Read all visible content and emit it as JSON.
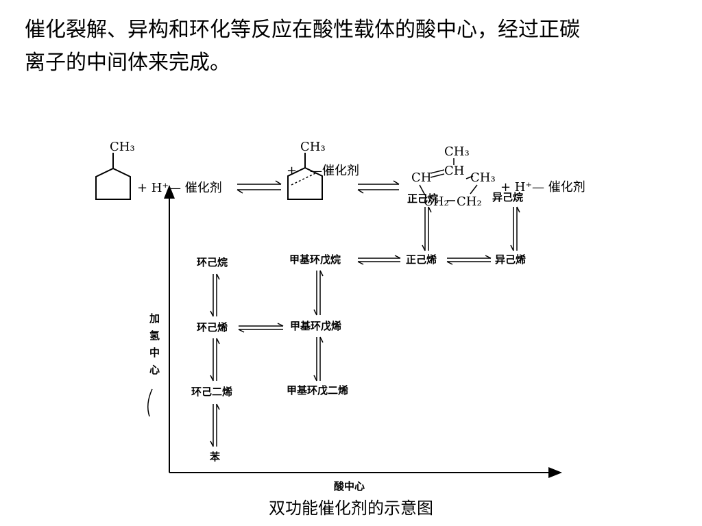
{
  "intro": {
    "line1": "催化裂解、异构和环化等反应在酸性载体的酸中心，经过正碳",
    "line2": "离子的中间体来完成。"
  },
  "reaction": {
    "ch3_a": "CH₃",
    "plus_h": "+ H⁺— 催化剂",
    "ch3_b": "CH₃",
    "plus_sign": "+",
    "catalyst_b": "—催化剂",
    "ch3_c": "CH₃",
    "ch_left": "CH",
    "ch_right": "CH",
    "ch3_d": "CH₃",
    "ch2_a": "CH₂",
    "ch2_b": "CH₂",
    "plus_h_end": "+ H⁺— 催化剂"
  },
  "diagram": {
    "y_axis_label": [
      "加",
      "氢",
      "中",
      "心"
    ],
    "x_axis_label": "酸中心",
    "nodes": {
      "n_hexane": "正己烷",
      "iso_hexane": "异己烷",
      "methyl_cyclopentane": "甲基环戊烷",
      "n_hexene": "正己烯",
      "iso_hexene": "异己烯",
      "cyclohexane": "环己烷",
      "cyclohexene": "环己烯",
      "methyl_cyclopentene": "甲基环戊烯",
      "cyclohexadiene": "环己二烯",
      "methyl_cyclopentadiene": "甲基环戊二烯",
      "benzene": "苯"
    }
  },
  "caption": "双功能催化剂的示意图"
}
